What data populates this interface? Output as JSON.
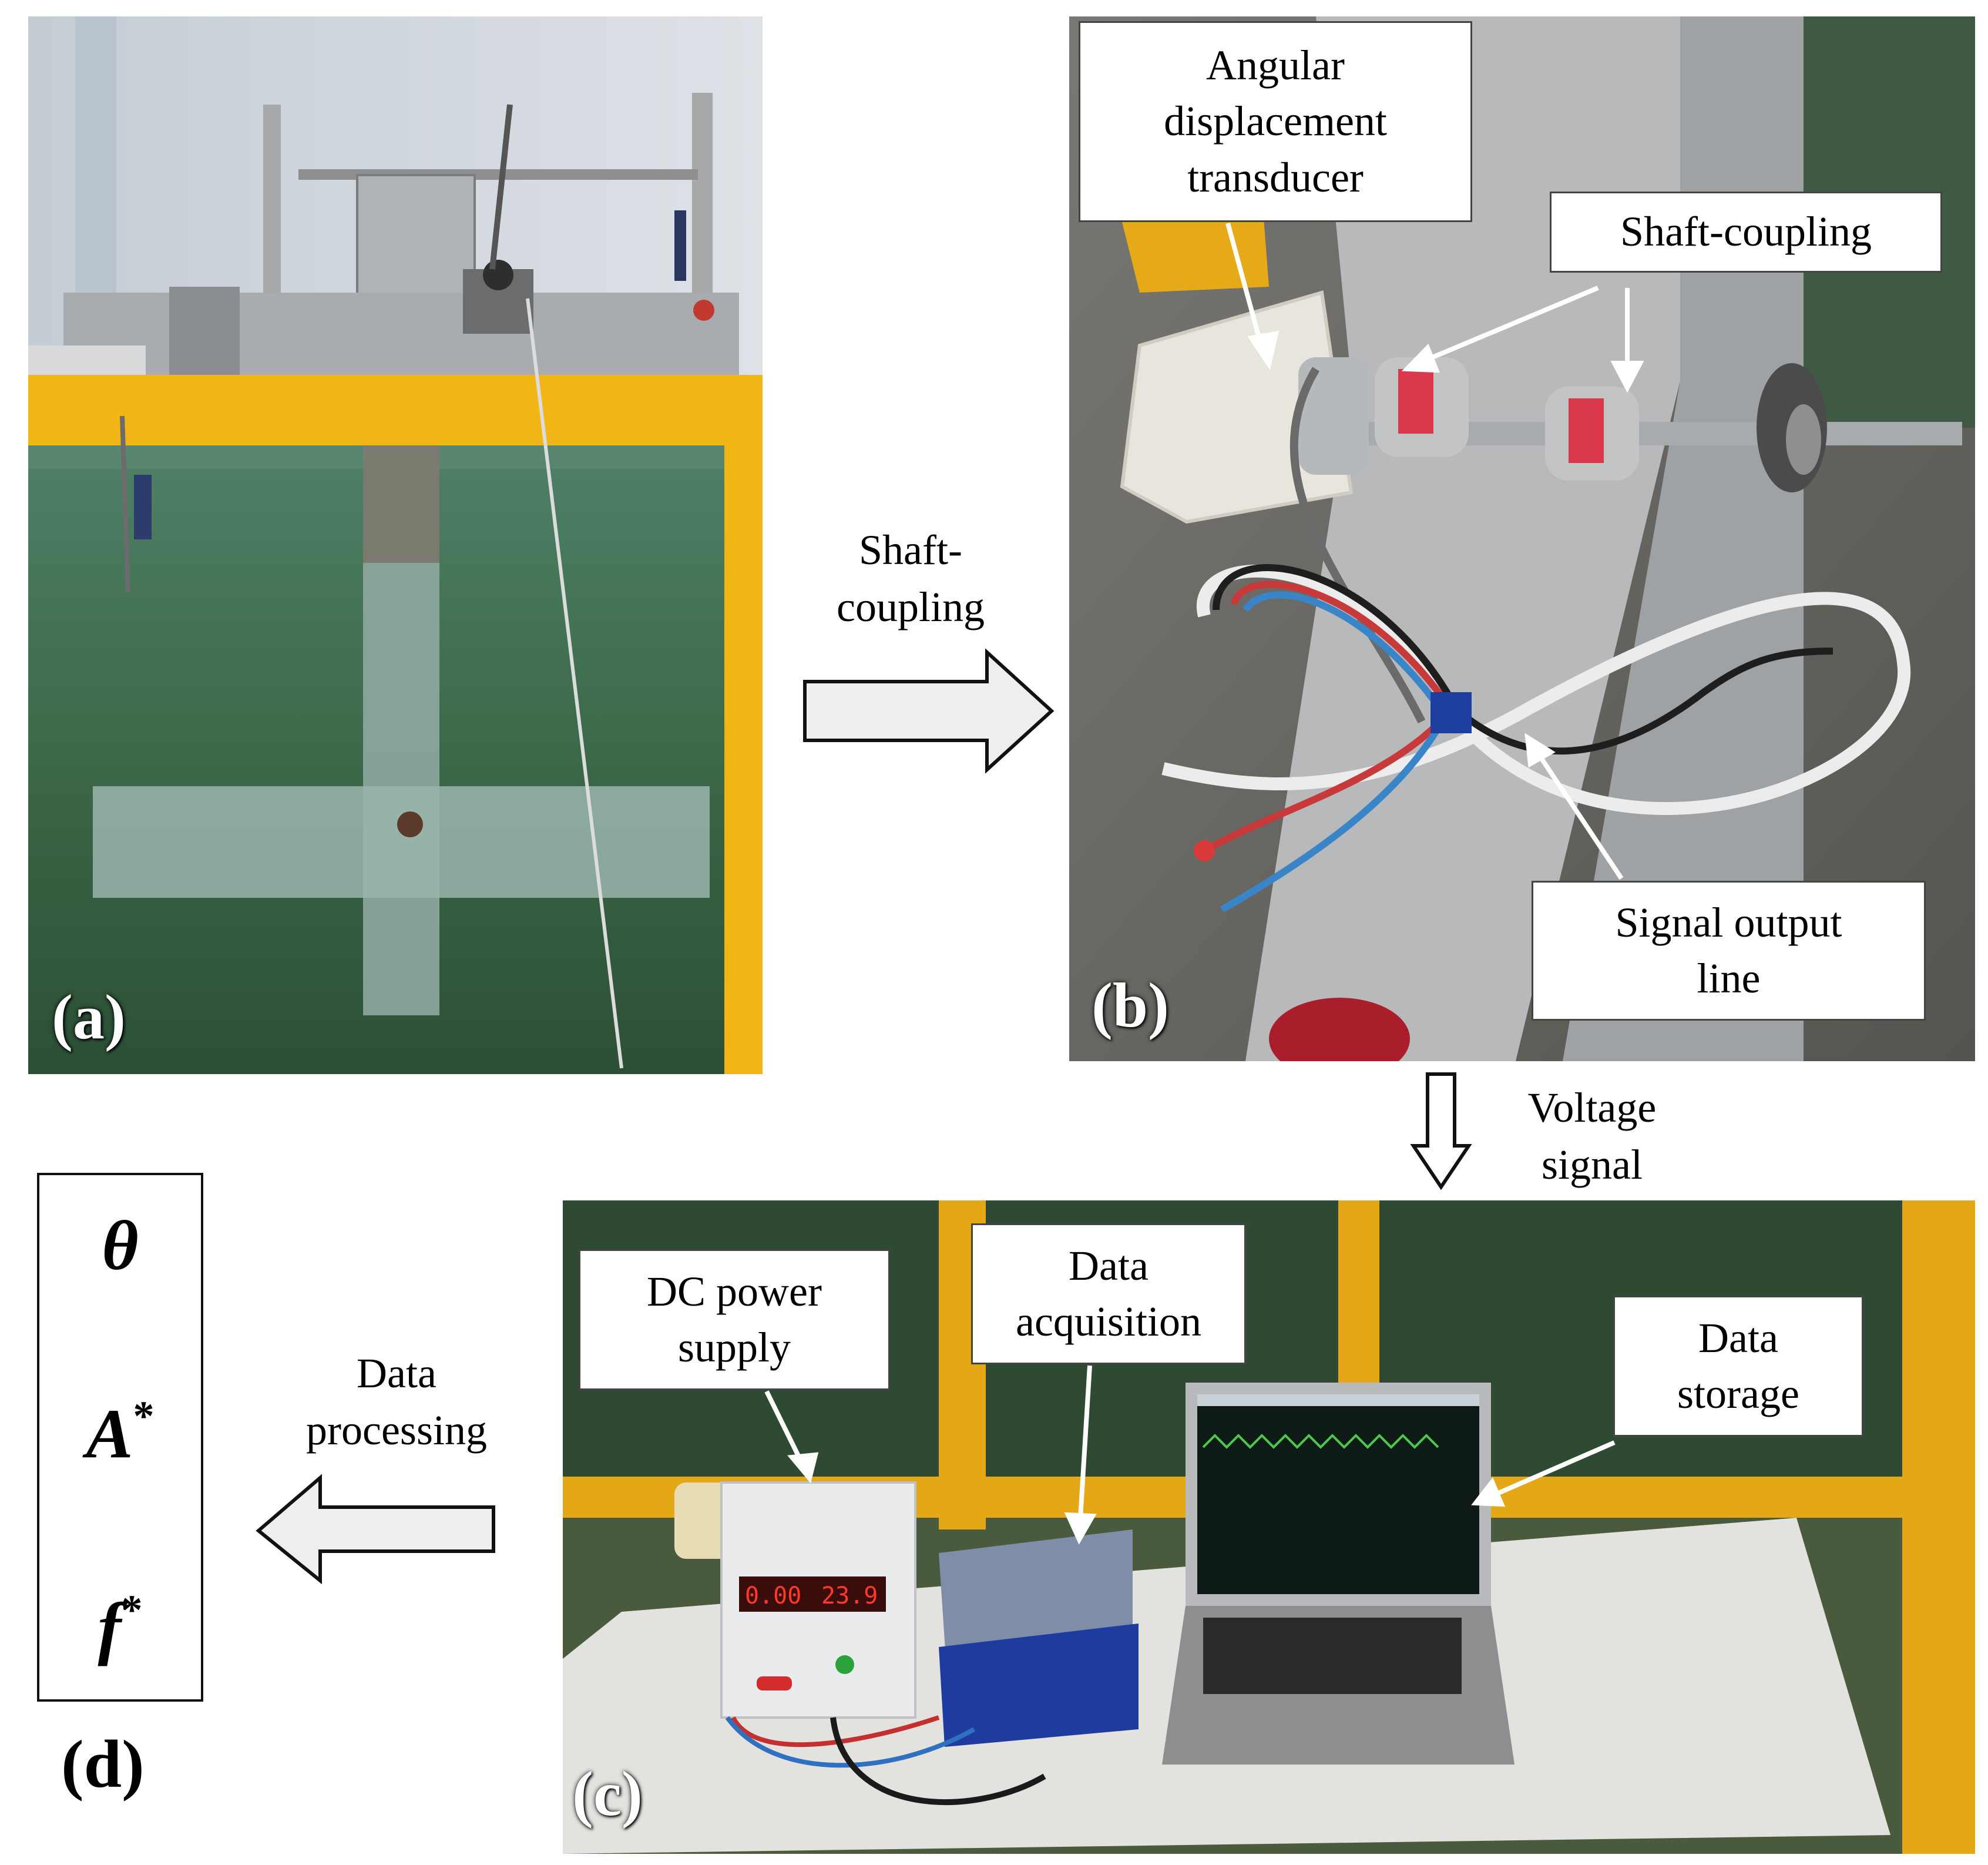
{
  "panels": {
    "a": {
      "label": "(a)"
    },
    "b": {
      "label": "(b)"
    },
    "c": {
      "label": "(c)"
    },
    "d": {
      "label": "(d)"
    }
  },
  "callouts": {
    "angular_transducer": "Angular\ndisplacement\ntransducer",
    "shaft_coupling": "Shaft-coupling",
    "signal_output_line": "Signal output\nline",
    "dc_power_supply": "DC power\nsupply",
    "data_acquisition": "Data\nacquisition",
    "data_storage": "Data\nstorage"
  },
  "flow": {
    "a_to_b": "Shaft-\ncoupling",
    "b_to_c": "Voltage\nsignal",
    "c_to_d": "Data\nprocessing"
  },
  "results": {
    "theta": "θ",
    "amplitude_symbol": "A",
    "amplitude_sup": "*",
    "frequency_symbol": "f",
    "frequency_sup": "*"
  },
  "psu_display": {
    "left": "0.00",
    "right": "23.9"
  },
  "colors": {
    "frame_yellow": "#f2b516",
    "water_green": "#3d6a48",
    "wall_grey": "#cfd3d8",
    "photo_bg": "#6b6b66",
    "arrow_fill": "#eeeeee"
  }
}
